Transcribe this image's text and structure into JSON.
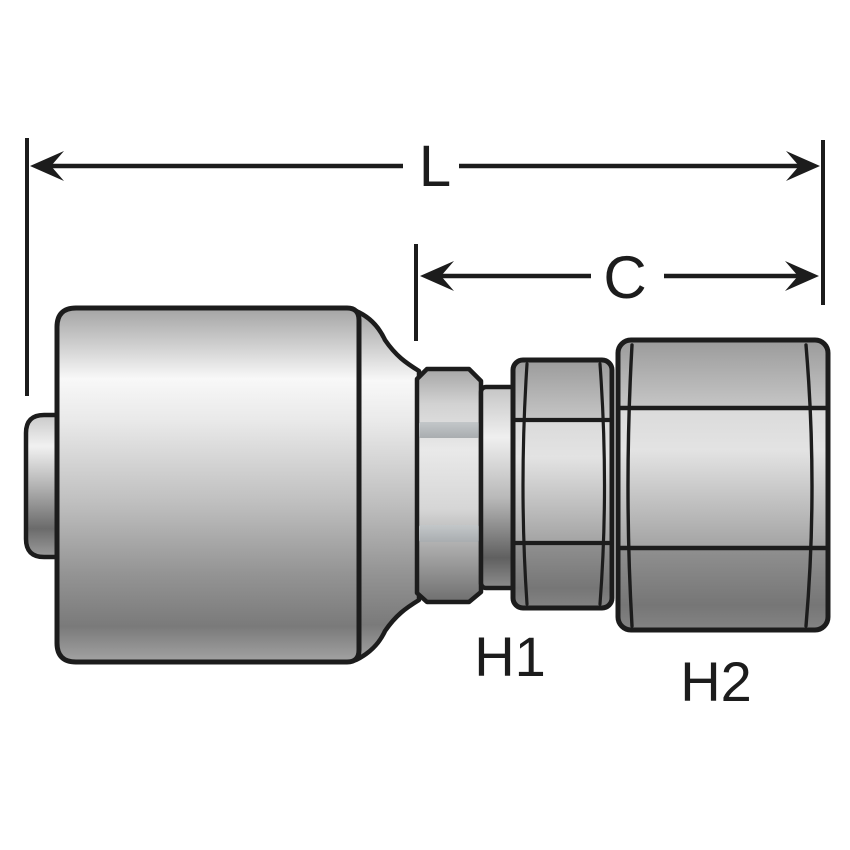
{
  "diagram": {
    "labels": {
      "l": "L",
      "c": "C",
      "h1": "H1",
      "h2": "H2"
    },
    "colors": {
      "background": "#ffffff",
      "line": "#1c1c1c",
      "metal_highlight": "#f8f8f8",
      "metal_mid": "#bdbdbd",
      "metal_shadow": "#6b6b6b"
    }
  }
}
